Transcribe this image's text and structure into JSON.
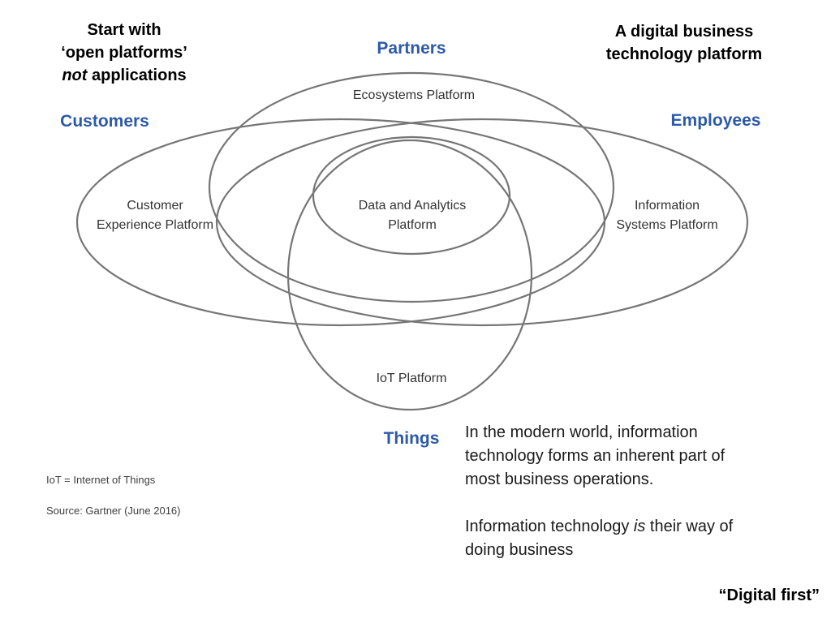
{
  "colors": {
    "accent_blue": "#2c5aa8",
    "ellipse_stroke": "#767676",
    "text_dark": "#333333",
    "text_black": "#000000"
  },
  "annotations": {
    "top_left": {
      "line1": "Start with",
      "line2": "‘open platforms’",
      "line3_italic": "not",
      "line3_rest": " applications"
    },
    "top_right": {
      "line1": "A digital business",
      "line2": "technology platform"
    },
    "bottom_right_quote": "“Digital first”"
  },
  "diagram": {
    "categories": {
      "partners": "Partners",
      "customers": "Customers",
      "employees": "Employees",
      "things": "Things"
    },
    "platforms": {
      "ecosystems": "Ecosystems Platform",
      "customer_experience_line1": "Customer",
      "customer_experience_line2": "Experience Platform",
      "information_systems_line1": "Information",
      "information_systems_line2": "Systems Platform",
      "data_analytics_line1": "Data and Analytics",
      "data_analytics_line2": "Platform",
      "iot": "IoT Platform"
    }
  },
  "footnotes": {
    "iot_definition": "IoT = Internet of Things",
    "source": "Source: Gartner (June 2016)"
  },
  "body_text": {
    "p1_l1": "In the modern world, information",
    "p1_l2": "technology forms an inherent part of",
    "p1_l3": "most business operations.",
    "p2_l1_pre": "Information technology ",
    "p2_l1_italic": "is",
    "p2_l1_post": " their way of",
    "p2_l2": "doing business"
  }
}
